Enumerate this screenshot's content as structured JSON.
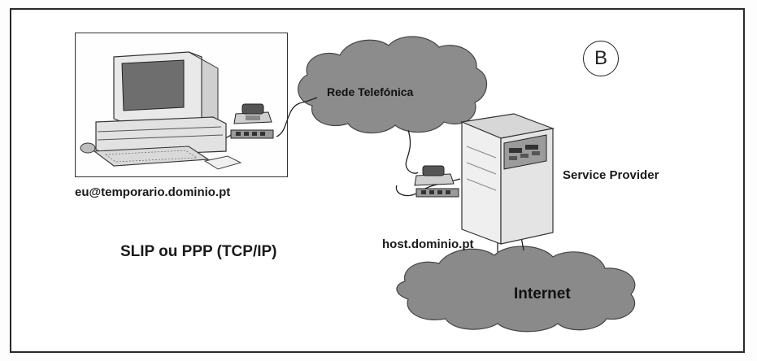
{
  "diagram": {
    "badge": "B",
    "user_address": "eu@temporario.dominio.pt",
    "protocol": "SLIP ou PPP (TCP/IP)",
    "host": "host.dominio.pt",
    "service_provider": "Service Provider",
    "phone_network": "Rede Telefónica",
    "internet": "Internet"
  },
  "colors": {
    "cloud": "#8a8a8a",
    "screen": "#6e6e6e",
    "line": "#222222"
  },
  "icons": [
    "desktop-computer-icon",
    "telephone-icon",
    "modem-icon",
    "server-cabinet-icon",
    "cloud-icon"
  ]
}
